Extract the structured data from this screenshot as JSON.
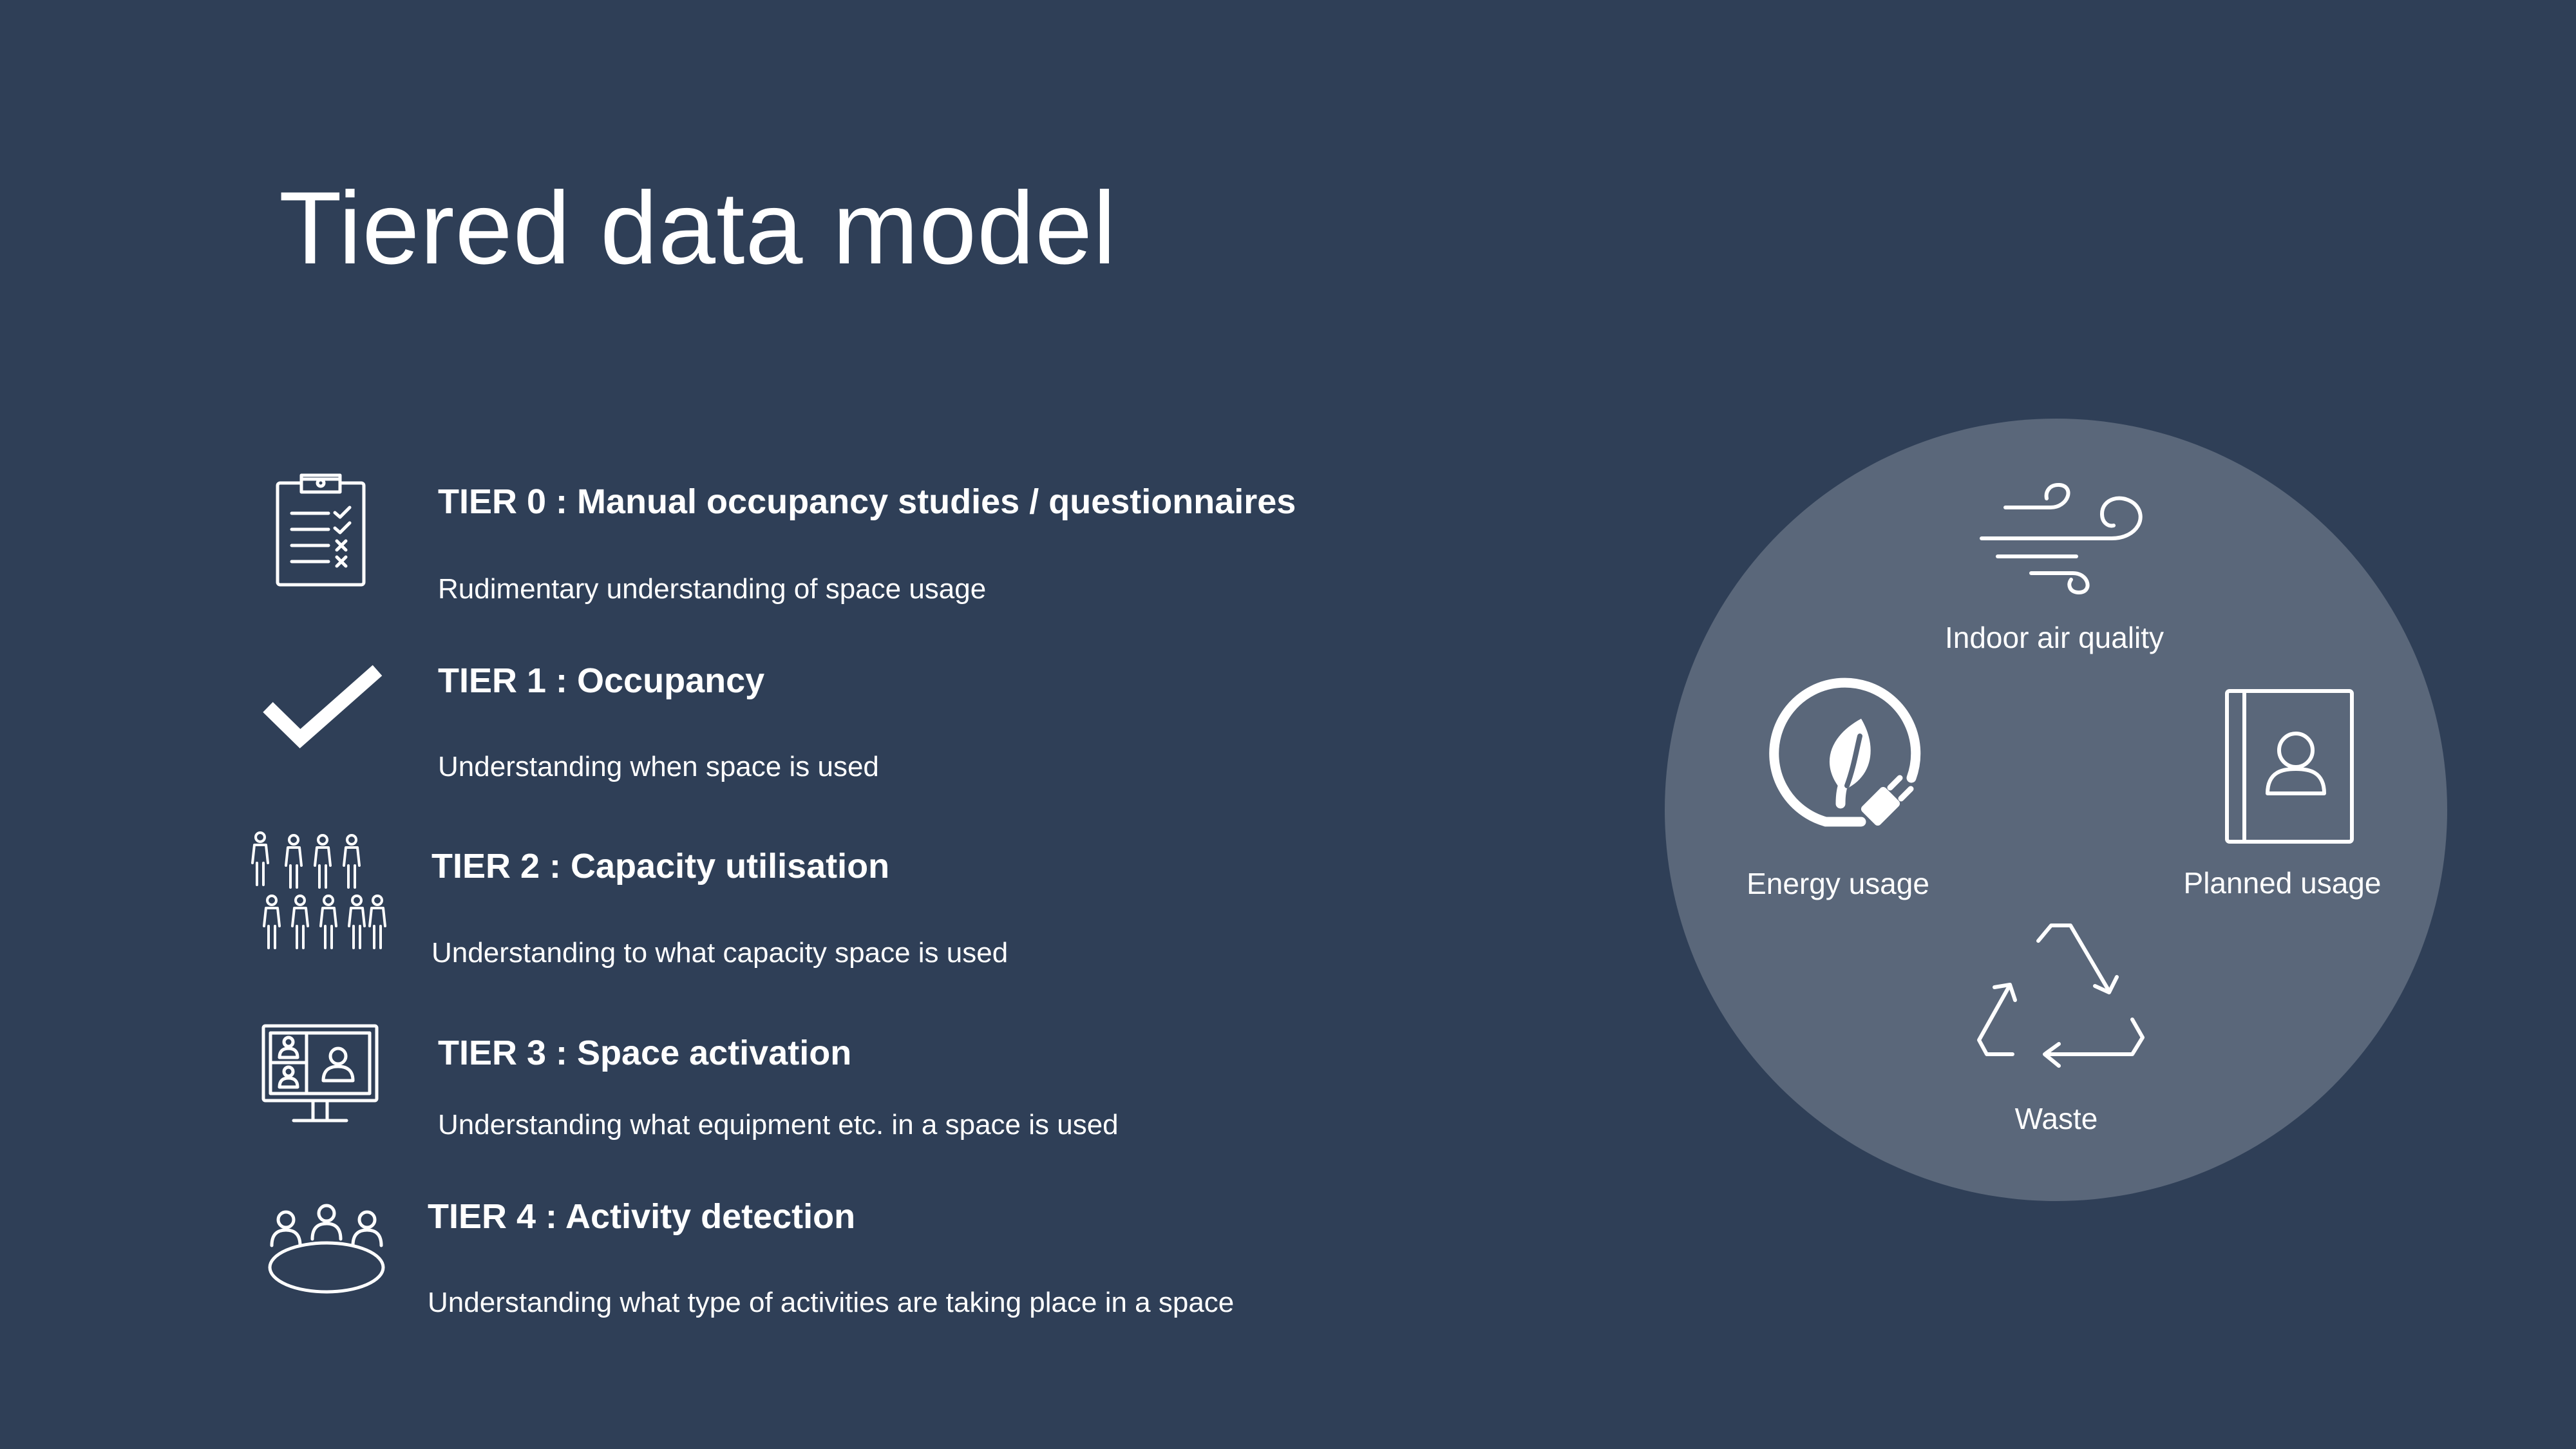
{
  "slide": {
    "title": "Tiered data model",
    "tiers": [
      {
        "icon": "clipboard-checklist-icon",
        "title": "TIER 0 : Manual occupancy studies / questionnaires",
        "description": "Rudimentary understanding of space usage"
      },
      {
        "icon": "checkmark-icon",
        "title": "TIER 1 : Occupancy",
        "description": "Understanding when space is used"
      },
      {
        "icon": "people-group-icon",
        "title": "TIER 2 : Capacity utilisation",
        "description": "Understanding to what capacity space is used"
      },
      {
        "icon": "video-conference-monitor-icon",
        "title": "TIER 3 : Space activation",
        "description": "Understanding what equipment etc. in a space is used"
      },
      {
        "icon": "meeting-table-icon",
        "title": "TIER 4 : Activity detection",
        "description": "Understanding what type of activities are taking place in a space"
      }
    ],
    "circle": {
      "items": [
        {
          "icon": "wind-icon",
          "label": "Indoor air quality"
        },
        {
          "icon": "eco-energy-plug-icon",
          "label": "Energy usage"
        },
        {
          "icon": "address-book-icon",
          "label": "Planned usage"
        },
        {
          "icon": "recycle-icon",
          "label": "Waste"
        }
      ]
    },
    "colors": {
      "background": "#2f3f57",
      "circle": "#5a677a",
      "text": "#ffffff"
    }
  }
}
